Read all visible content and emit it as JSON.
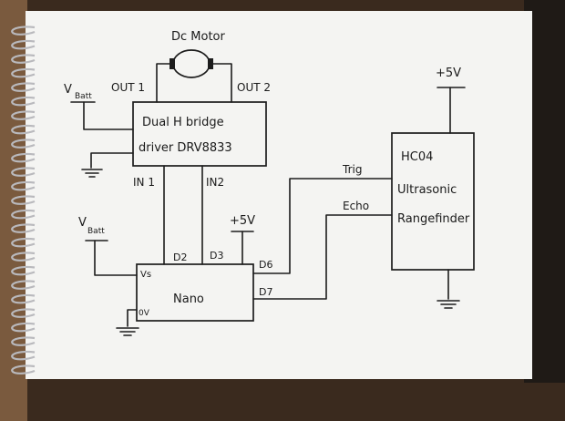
{
  "motor": {
    "label": "Dc Motor",
    "out1": "OUT 1",
    "out2": "OUT 2"
  },
  "driver": {
    "line1": "Dual H bridge",
    "line2": "driver DRV8833",
    "in1": "IN 1",
    "in2": "IN2"
  },
  "vbatt_top": {
    "v": "V",
    "sub": "Batt"
  },
  "vbatt_left": {
    "v": "V",
    "sub": "Batt"
  },
  "nano": {
    "label": "Nano",
    "vs": "Vs",
    "ov": "0V",
    "d2": "D2",
    "d3": "D3",
    "d6": "D6",
    "d7": "D7"
  },
  "supply_nano": "+5V",
  "supply_sensor": "+5V",
  "sensor": {
    "line1": "HC04",
    "line2": "Ultrasonic",
    "line3": "Rangefinder"
  },
  "signals": {
    "trig": "Trig",
    "echo": "Echo"
  },
  "colors": {
    "paper": "#f4f4f2",
    "ink": "#1c1c1c",
    "background": "#3a2a1e",
    "spiral": "#b9b9bd"
  }
}
